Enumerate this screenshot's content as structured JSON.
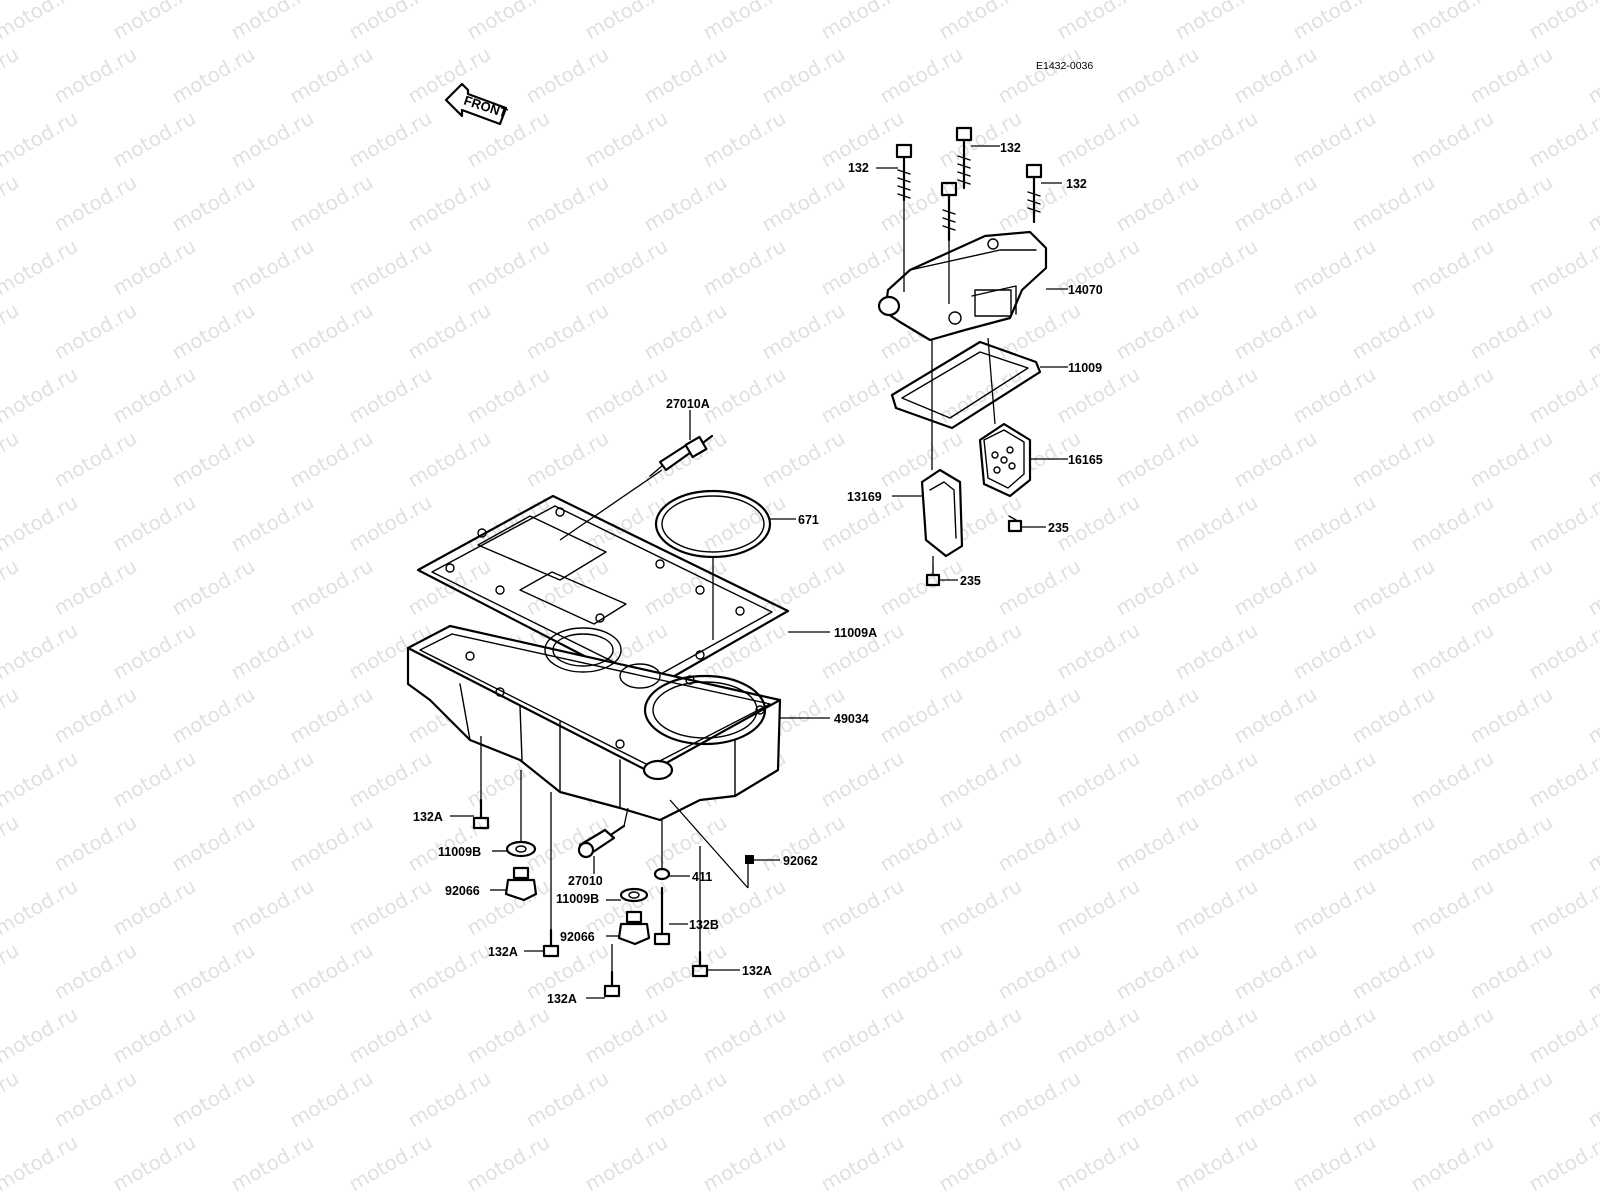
{
  "diagram": {
    "ref_code": "E1432-0036",
    "front_label": "FRONT",
    "watermark": "motod.ru",
    "labels": {
      "132_a": "132",
      "132_b": "132",
      "132_c": "132",
      "14070": "14070",
      "11009": "11009",
      "16165": "16165",
      "13169": "13169",
      "235_a": "235",
      "235_b": "235",
      "27010A": "27010A",
      "671": "671",
      "11009A": "11009A",
      "49034": "49034",
      "132A_1": "132A",
      "11009B_1": "11009B",
      "92066_1": "92066",
      "27010": "27010",
      "11009B_2": "11009B",
      "92066_2": "92066",
      "411": "411",
      "92062": "92062",
      "132B": "132B",
      "132A_2": "132A",
      "132A_3": "132A",
      "132A_4": "132A"
    }
  }
}
